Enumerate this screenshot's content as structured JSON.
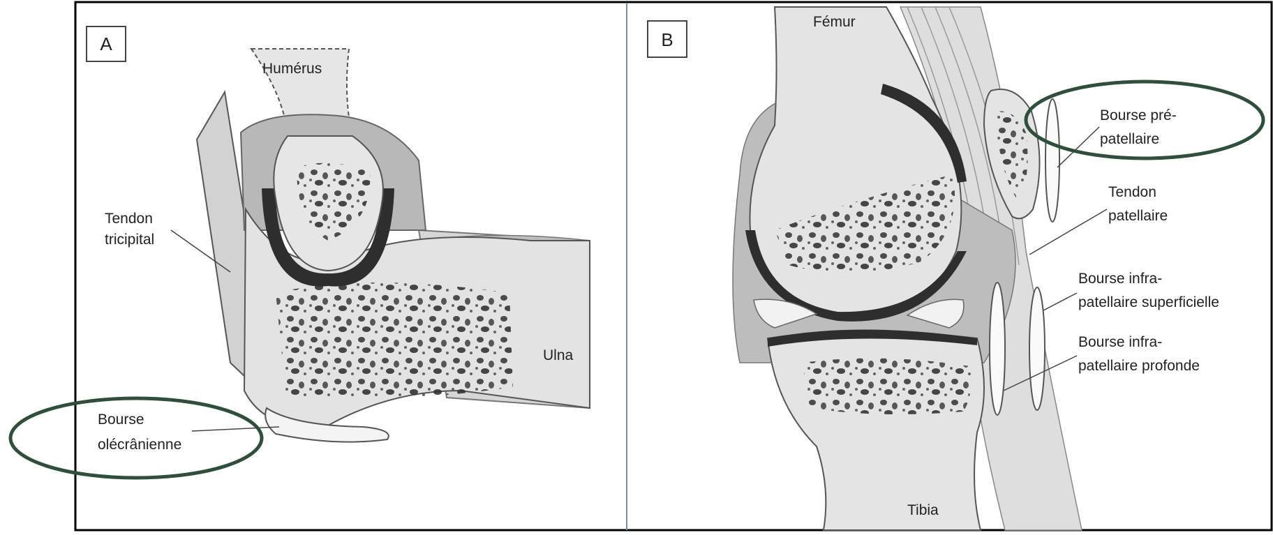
{
  "colors": {
    "bone": "#e3e3e3",
    "bone_dark": "#c9c9c9",
    "cartilage": "#2e2e2e",
    "outline": "#555555",
    "highlight_ellipse": "#2f4f3c",
    "panel_border": "#000000"
  },
  "panel_a": {
    "letter": "A",
    "labels": {
      "humerus": "Humérus",
      "tendon_line1": "Tendon",
      "tendon_line2": "tricipital",
      "ulna": "Ulna",
      "bursa_line1": "Bourse",
      "bursa_line2": "olécrânienne"
    },
    "highlighted_bursa": "Bourse olécrânienne"
  },
  "panel_b": {
    "letter": "B",
    "labels": {
      "femur": "Fémur",
      "tibia": "Tibia",
      "prepat_line1": "Bourse pré-",
      "prepat_line2": "patellaire",
      "tendon_line1": "Tendon",
      "tendon_line2": "patellaire",
      "infra_sup_line1": "Bourse infra-",
      "infra_sup_line2": "patellaire superficielle",
      "infra_prof_line1": "Bourse infra-",
      "infra_prof_line2": "patellaire profonde"
    },
    "highlighted_bursa": "Bourse pré-patellaire"
  }
}
